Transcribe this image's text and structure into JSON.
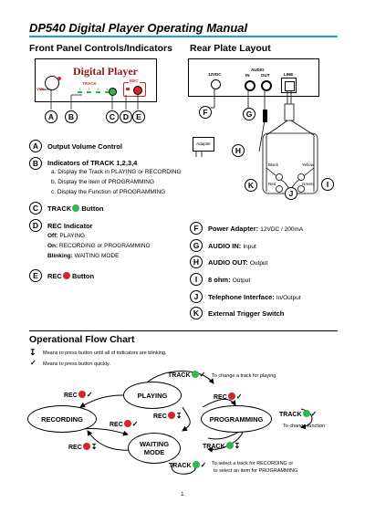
{
  "title": "DP540 Digital Player Operating Manual",
  "front_heading": "Front Panel Controls/Indicators",
  "rear_heading": "Rear Plate Layout",
  "panel": {
    "brand": "Digital Player",
    "vol": "VOL",
    "track": "TRACK",
    "rec": "REC",
    "nums": [
      "1",
      "2",
      "3",
      "4"
    ]
  },
  "front_callouts": [
    "A",
    "B",
    "C",
    "D",
    "E"
  ],
  "rear_plate": {
    "dc": "12VDC",
    "audio": "AUDIO",
    "in": "IN",
    "out": "OUT",
    "line": "LINE",
    "adapter": "Adapter",
    "wires": [
      "Black",
      "Yellow",
      "Red",
      "Green"
    ]
  },
  "rear_callouts": [
    "F",
    "G",
    "H",
    "I",
    "J",
    "K"
  ],
  "front_items": [
    {
      "letter": "A",
      "label": "Output Volume Control",
      "detail": ""
    },
    {
      "letter": "B",
      "label": "Indicators of TRACK 1,2,3,4",
      "detail": ""
    },
    {
      "letter": "C",
      "label": "TRACK",
      "detail": "Button"
    },
    {
      "letter": "D",
      "label": "REC Indicator",
      "detail": ""
    },
    {
      "letter": "E",
      "label": "REC",
      "detail": "Button"
    }
  ],
  "b_subitems": [
    "a.   Display the Track in PLAYING or RECORDING",
    "b.   Display the item of PROGRAMMING",
    "c.   Display the Function of PROGRAMMING"
  ],
  "d_subitems": [
    {
      "key": "Off:",
      "val": "PLAYING"
    },
    {
      "key": "On:",
      "val": "RECORDING or PROGRAMMING"
    },
    {
      "key": "Blinking:",
      "val": "WAITING MODE"
    }
  ],
  "rear_items": [
    {
      "letter": "F",
      "label": "Power Adapter:",
      "detail": "12VDC / 200mA"
    },
    {
      "letter": "G",
      "label": "AUDIO IN:",
      "detail": "Input"
    },
    {
      "letter": "H",
      "label": "AUDIO OUT:",
      "detail": "Output"
    },
    {
      "letter": "I",
      "label": "8 ohm:",
      "detail": "Output"
    },
    {
      "letter": "J",
      "label": "Telephone Interface:",
      "detail": "In/Output"
    },
    {
      "letter": "K",
      "label": "External Trigger Switch",
      "detail": ""
    }
  ],
  "flow_heading": "Operational Flow Chart",
  "legend": [
    "Means to press button until all of indicators are blinking.",
    "Means to press button quickly."
  ],
  "flow": {
    "playing": "PLAYING",
    "recording": "RECORDING",
    "programming": "PROGRAMMING",
    "waiting": "WAITING MODE",
    "track": "TRACK",
    "rec": "REC",
    "note_change_track": "To change a track for playing",
    "note_change_function": "To change function",
    "note_select_1": "To select a track for RECORDING or",
    "note_select_2": "to select an item for PROGRAMMING"
  },
  "page_number": "1",
  "colors": {
    "accent_rule": "#1aa3cf",
    "brand": "#8b1a1a",
    "green": "#2db84a",
    "red": "#d8242a"
  }
}
